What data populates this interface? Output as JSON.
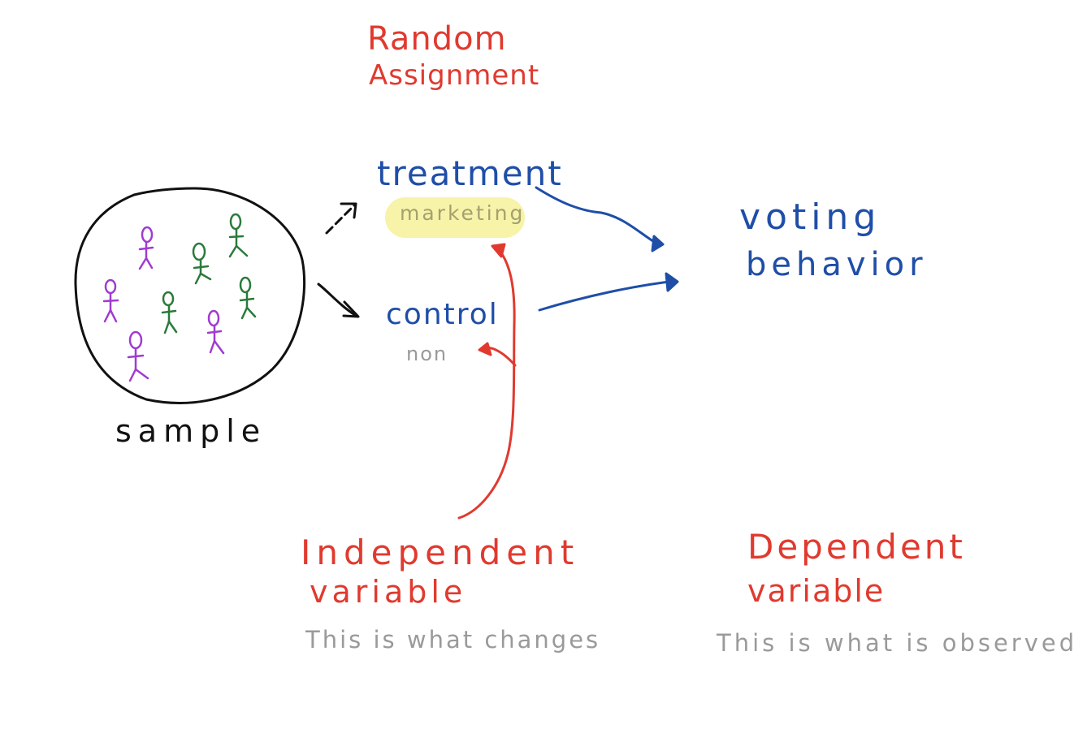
{
  "heading": {
    "line1": "Random",
    "line2": "Assignment"
  },
  "groups": {
    "treatment": "treatment",
    "treatment_note": "marketing",
    "control": "control",
    "control_note": "non"
  },
  "outcome": {
    "line1": "voting",
    "line2": "behavior"
  },
  "sample_label": "sample",
  "independent": {
    "line1": "Independent",
    "line2": "variable",
    "note": "This is what changes"
  },
  "dependent": {
    "line1": "Dependent",
    "line2": "variable",
    "note": "This is what is observed"
  },
  "colors": {
    "red": "#e03a2f",
    "blue": "#1f4ea8",
    "black": "#111111",
    "gray": "#9a9a9a",
    "purple": "#a03bd0",
    "green": "#2a7a3b",
    "highlight": "#f7f3a8"
  }
}
